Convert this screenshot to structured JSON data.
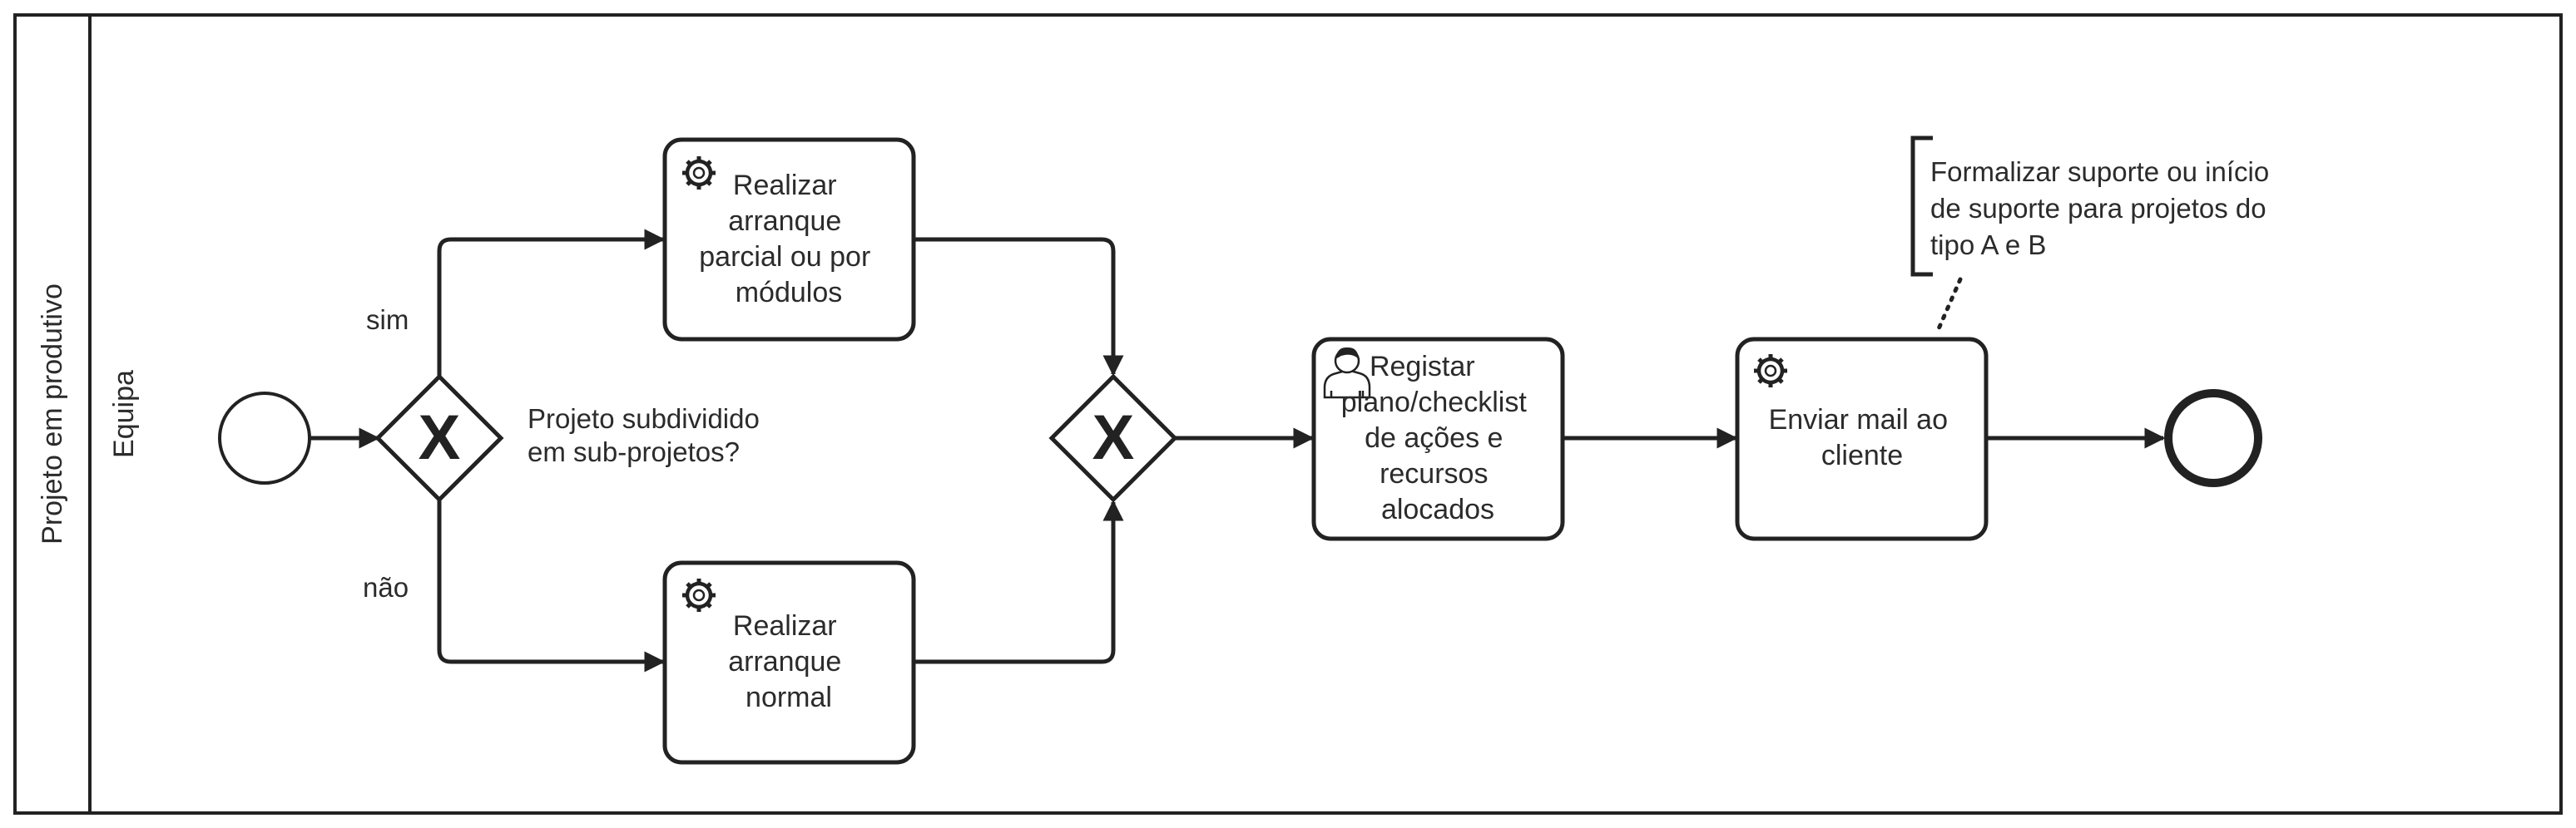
{
  "pool": {
    "label": "Projeto em produtivo"
  },
  "lane": {
    "label": "Equipa"
  },
  "gateway_split": {
    "question_lines": [
      "Projeto subdividido",
      "em sub-projetos?"
    ],
    "marker": "X"
  },
  "gateway_merge": {
    "marker": "X"
  },
  "flows": {
    "yes_label": "sim",
    "no_label": "não"
  },
  "tasks": {
    "partial_start": {
      "type": "service-task",
      "icon": "gear-icon",
      "lines": [
        "Realizar",
        "arranque",
        "parcial ou por",
        "módulos"
      ]
    },
    "normal_start": {
      "type": "service-task",
      "icon": "gear-icon",
      "lines": [
        "Realizar",
        "arranque",
        "normal"
      ]
    },
    "register_plan": {
      "type": "user-task",
      "icon": "user-icon",
      "lines": [
        "Registar",
        "plano/checklist",
        "de ações e",
        "recursos",
        "alocados"
      ]
    },
    "send_mail": {
      "type": "service-task",
      "icon": "gear-icon",
      "lines": [
        "Enviar mail ao",
        "cliente"
      ]
    }
  },
  "annotation": {
    "lines": [
      "Formalizar suporte ou início",
      "de suporte para projetos do",
      "tipo A e B"
    ]
  },
  "events": {
    "start": {
      "type": "start-event"
    },
    "end": {
      "type": "end-event"
    }
  },
  "colors": {
    "stroke": "#222222",
    "background": "#ffffff",
    "text": "#2b2b2b"
  }
}
